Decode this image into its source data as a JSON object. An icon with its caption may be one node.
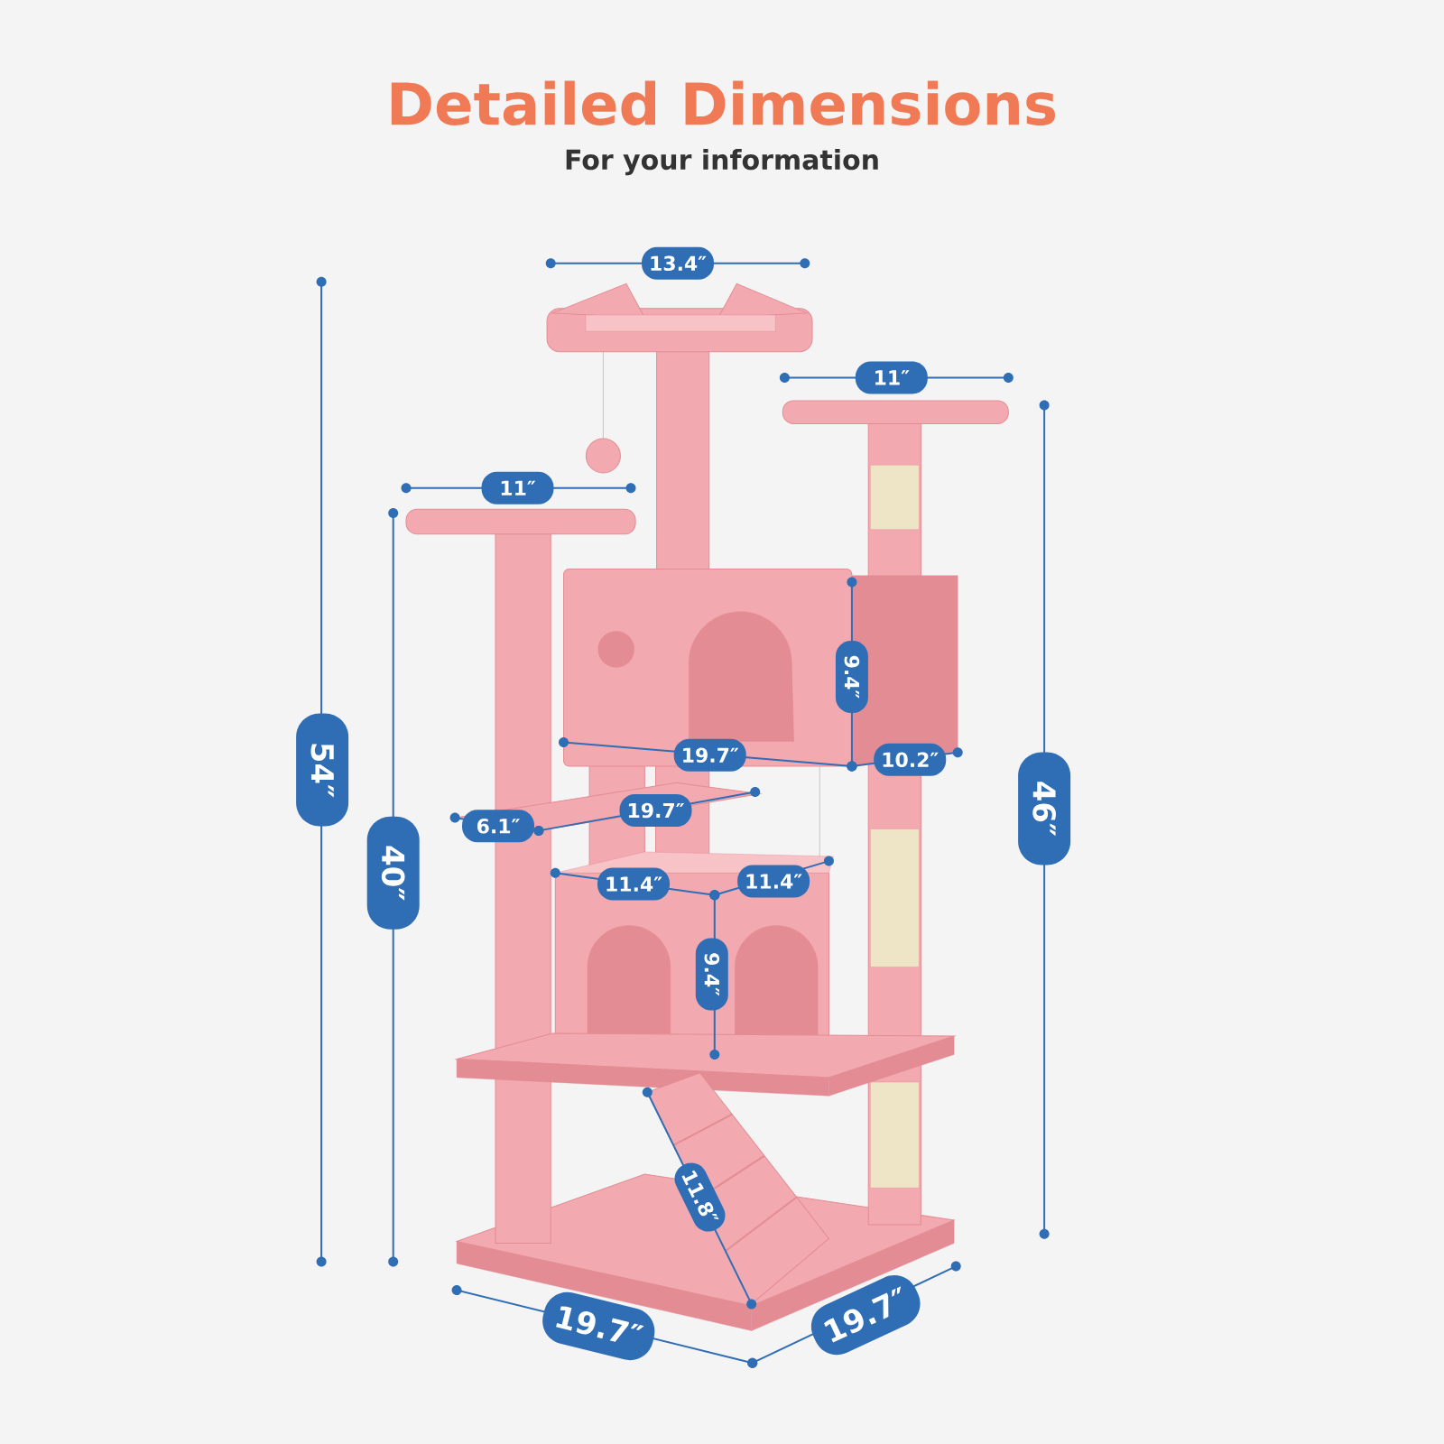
{
  "diagram": {
    "title": "Detailed Dimensions",
    "labels": [
      "For your information",
      "13.4″",
      "11″",
      "11″",
      "54″",
      "40″",
      "9.4″",
      "19.7″",
      "10.2″",
      "46″",
      "6.1″",
      "19.7″",
      "11.4″",
      "11.4″",
      "9.4″",
      "11.8″",
      "19.7″",
      "19.7″"
    ]
  }
}
